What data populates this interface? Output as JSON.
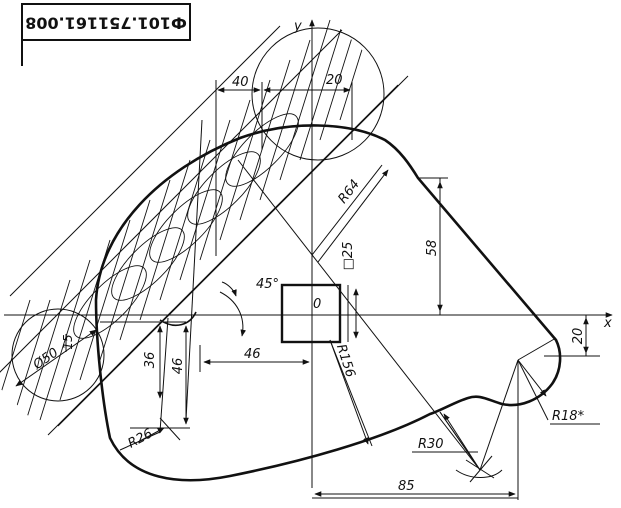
{
  "drawing": {
    "code": "Ф101.751161.008",
    "axis_x": "x",
    "axis_y": "y",
    "origin": "0",
    "square": "□25",
    "angle": "45°",
    "dims": {
      "d40": "40",
      "d20_top": "20",
      "d58": "58",
      "d20_right": "20",
      "d85": "85",
      "d46_h": "46",
      "d46_v": "46",
      "d36": "36",
      "d15": "15",
      "dia50": "Ø50",
      "r64": "R64",
      "r156": "R156",
      "r30": "R30",
      "r18": "R18*",
      "r26": "R26"
    }
  }
}
